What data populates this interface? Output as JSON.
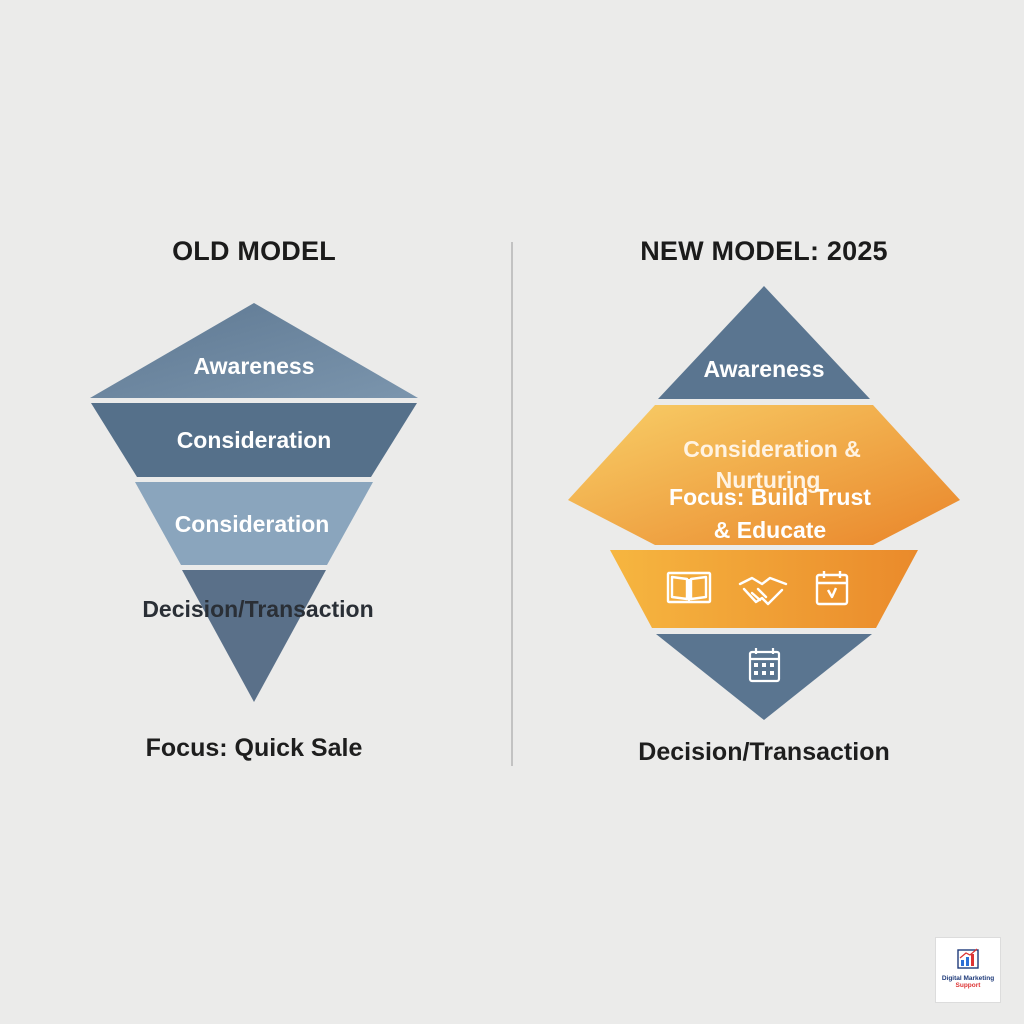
{
  "old_model": {
    "title": "OLD MODEL",
    "stages": [
      "Awareness",
      "Consideration",
      "Consideration",
      "Decision/Transaction"
    ],
    "focus": "Focus: Quick Sale",
    "colors": [
      "#6f8aa3",
      "#55708a",
      "#8aa5bd",
      "#5a7089"
    ]
  },
  "new_model": {
    "title": "NEW MODEL: 2025",
    "top_stage": "Awareness",
    "middle_stage_line1": "Consideration &",
    "middle_stage_line2": "Nurturing",
    "focus_line1": "Focus: Build Trust",
    "focus_line2": "& Educate",
    "icons": [
      "book-icon",
      "handshake-icon",
      "calendar-icon",
      "calendar-grid-icon"
    ],
    "bottom_caption": "Decision/Transaction",
    "colors": {
      "top": "#5a7590",
      "orange_light": "#f6c35a",
      "orange_dark": "#ec8d2a",
      "bottom": "#5a7590"
    }
  },
  "logo": {
    "line1": "Digital Marketing",
    "line2": "Support"
  }
}
